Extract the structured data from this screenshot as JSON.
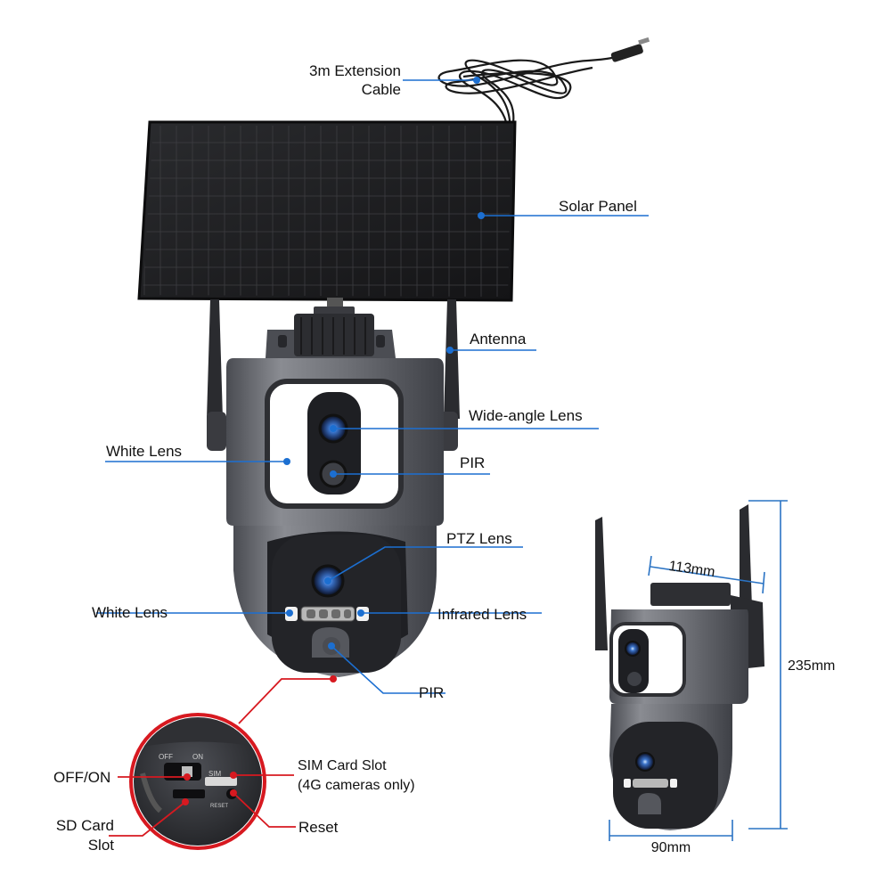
{
  "labels": {
    "cable_line1": "3m Extension",
    "cable_line2": "Cable",
    "solar_panel": "Solar Panel",
    "antenna": "Antenna",
    "wide_angle_lens": "Wide-angle Lens",
    "white_lens_top": "White Lens",
    "pir_top": "PIR",
    "ptz_lens": "PTZ Lens",
    "white_lens_bottom": "White Lens",
    "infrared_lens": "Infrared Lens",
    "pir_bottom": "PIR",
    "off_on": "OFF/ON",
    "sim_line1": "SIM Card Slot",
    "sim_line2": "(4G cameras only)",
    "sd_line1": "SD Card",
    "sd_line2": "Slot",
    "reset": "Reset"
  },
  "device_text": {
    "off": "OFF",
    "on": "ON",
    "sim": "SIM",
    "reset": "RESET"
  },
  "dimensions": {
    "width_top": "113mm",
    "height": "235mm",
    "width_bottom": "90mm"
  },
  "colors": {
    "callout_blue": "#1c6fd1",
    "callout_red": "#d71920",
    "dimension_blue": "#2a73c4"
  }
}
